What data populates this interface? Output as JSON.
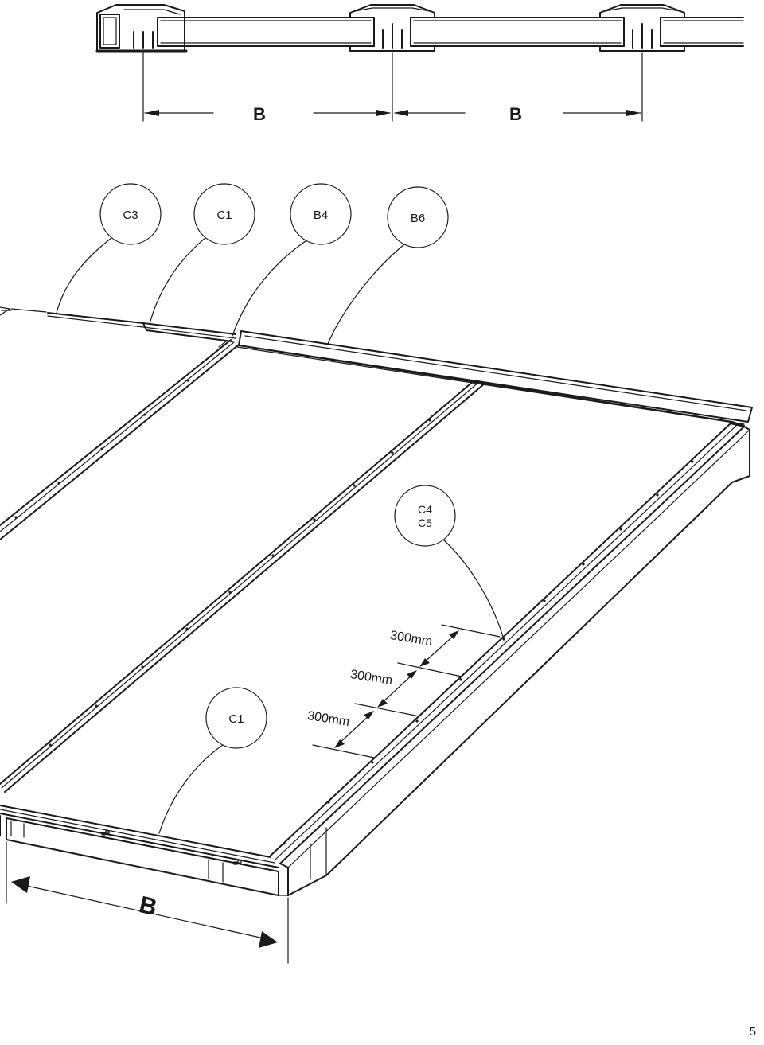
{
  "profile_view": {
    "dimension_label_left": "B",
    "dimension_label_right": "B"
  },
  "callouts": {
    "c3": "C3",
    "c1_top": "C1",
    "b4": "B4",
    "b6": "B6",
    "c4": "C4",
    "c5": "C5",
    "c1_bottom": "C1"
  },
  "spacing": {
    "first": "300mm",
    "second": "300mm",
    "third": "300mm"
  },
  "roof_view": {
    "dimension_label": "B"
  },
  "page_number": "5"
}
